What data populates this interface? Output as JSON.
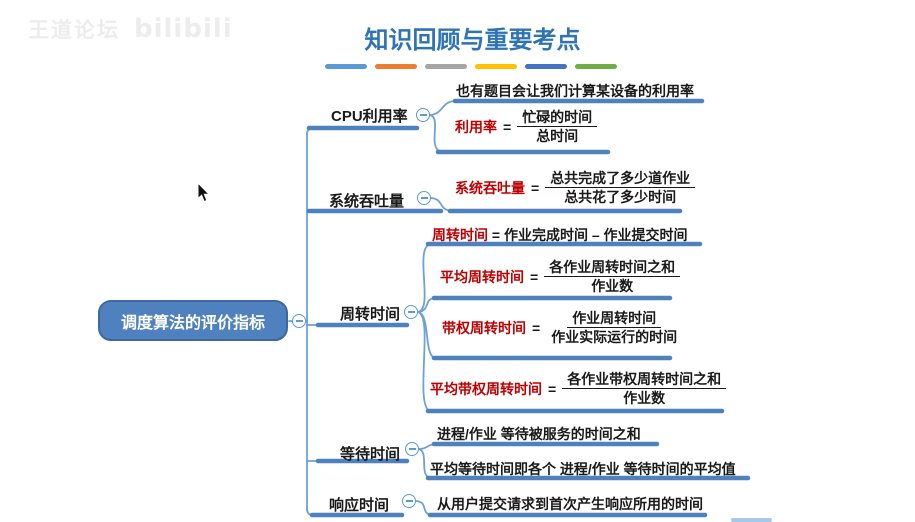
{
  "watermark": {
    "site_name": "王道论坛",
    "platform_logo": "bilibili"
  },
  "header": {
    "title": "知识回顾与重要考点"
  },
  "divider": {
    "colors": [
      "#5B9BD5",
      "#ED7D31",
      "#A5A5A5",
      "#FFC000",
      "#4472C4",
      "#70AD47"
    ]
  },
  "symbols": {
    "eq": "="
  },
  "root": {
    "label": "调度算法的评价指标"
  },
  "branches": {
    "cpu": {
      "label": "CPU利用率",
      "note": "也有题目会让我们计算某设备的利用率",
      "formula": {
        "label": "利用率",
        "numerator": "忙碌的时间",
        "denominator": "总时间"
      }
    },
    "throughput": {
      "label": "系统吞吐量",
      "formula": {
        "label": "系统吞吐量",
        "numerator": "总共完成了多少道作业",
        "denominator": "总共花了多少时间"
      }
    },
    "turnaround": {
      "label": "周转时间",
      "definition": {
        "label": "周转时间",
        "rest": "= 作业完成时间 – 作业提交时间"
      },
      "avg": {
        "label": "平均周转时间",
        "numerator": "各作业周转时间之和",
        "denominator": "作业数"
      },
      "weighted": {
        "label": "带权周转时间",
        "numerator": "作业周转时间",
        "denominator": "作业实际运行的时间"
      },
      "avg_weighted": {
        "label": "平均带权周转时间",
        "numerator": "各作业带权周转时间之和",
        "denominator": "作业数"
      }
    },
    "waiting": {
      "label": "等待时间",
      "note1": "进程/作业 等待被服务的时间之和",
      "note2": "平均等待时间即各个 进程/作业 等待时间的平均值"
    },
    "response": {
      "label": "响应时间",
      "note": "从用户提交请求到首次产生响应所用的时间"
    }
  },
  "colors": {
    "title": "#2E74B5",
    "branch_line": "#4E81BD",
    "connector": "#6FA0D6",
    "root_fill": "#4E81BD",
    "formula_label": "#C00000"
  }
}
